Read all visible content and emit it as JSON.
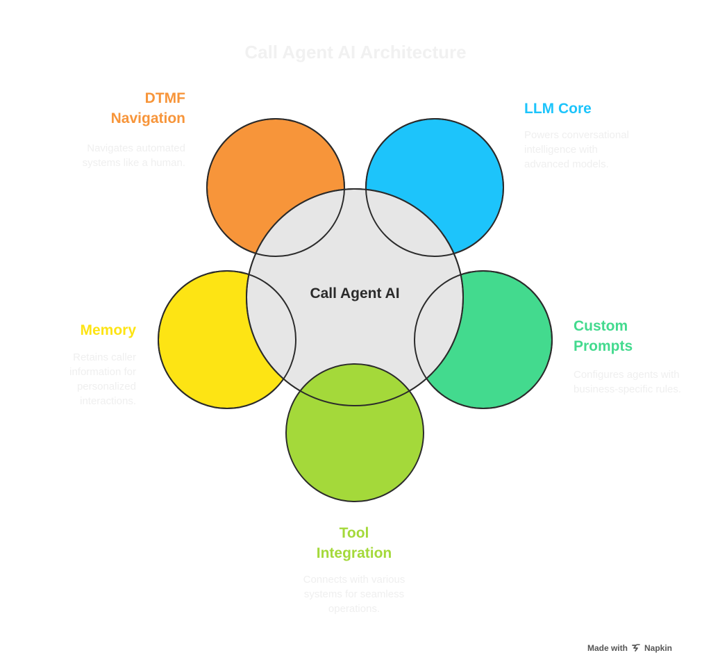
{
  "title": "Call Agent AI Architecture",
  "center": {
    "label": "Call Agent AI",
    "fill": "#e6e6e6"
  },
  "nodes": {
    "dtmf": {
      "title_lines": [
        "DTMF",
        "Navigation"
      ],
      "description": "Navigates automated systems like a human.",
      "color": "#f7953a"
    },
    "llm": {
      "title_lines": [
        "LLM Core"
      ],
      "description": "Powers conversational intelligence with advanced models.",
      "color": "#1dc4fb"
    },
    "memory": {
      "title_lines": [
        "Memory"
      ],
      "description": "Retains caller information for personalized interactions.",
      "color": "#fde414"
    },
    "custom_prompts": {
      "title_lines": [
        "Custom",
        "Prompts"
      ],
      "description": "Configures agents with business-specific rules.",
      "color": "#43da8e"
    },
    "tool": {
      "title_lines": [
        "Tool",
        "Integration"
      ],
      "description": "Connects with various systems for seamless operations.",
      "color": "#a4d93a"
    }
  },
  "footer": {
    "made_with": "Made with",
    "brand": "Napkin",
    "icon": "napkin-logo-icon"
  }
}
